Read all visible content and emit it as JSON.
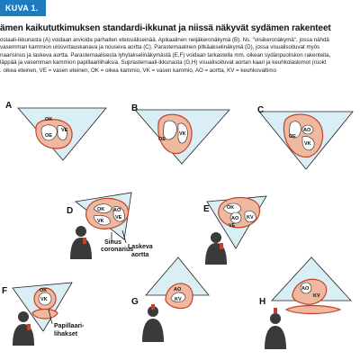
{
  "header": {
    "badge": "KUVA 1."
  },
  "title": "ämen kaikututkimuksen standardi-ikkunat ja niissä näkyvät sydämen rakenteet",
  "caption": [
    "ostaali-ikkunasta (A) voidaan arvioida parhaiten eteisväliseinää. Apikaalinen neljäkeronäkymä (B). Ns. \"viisikeronäkymä\", jossa nähdä",
    "vasemman kammion ulosvirtauskanava ja nouseva aortta (C). Parasternaalinen pitkäakselinäkymä (D), jossa visualisoituvat myös",
    "naarisinus ja laskeva aortta. Parasternaalisesta lyhytakselinäkymästä (E,F) voidaan tarkastella mm. oikean sydänpuoliskon rakenteita,",
    "läppää ja vasemman kammion papillaarilihaksia. Suprasternaali-ikkunasta (G,H) visualisoituvat aortan kaari ja keuhkolaskimot (ruokt",
    ". oikea eteinen, VE = vasen eteinen, OK = oikea kammio, VK = vasen kammio, AO = aortta, KV = keuhkovaltimo"
  ],
  "panels": {
    "A": {
      "letter": "A",
      "labels": [
        "OK",
        "VE",
        "OE"
      ]
    },
    "B": {
      "letter": "B",
      "labels": [
        "OE",
        "VK"
      ]
    },
    "C": {
      "letter": "C",
      "labels": [
        "OE",
        "AO",
        "VK"
      ]
    },
    "D": {
      "letter": "D",
      "labels": [
        "OK",
        "AO",
        "VK",
        "VE"
      ],
      "annotations": [
        "Sinus",
        "coronarius",
        "Laskeva",
        "aortta"
      ]
    },
    "E": {
      "letter": "E",
      "labels": [
        "OK",
        "AO",
        "KV",
        "VE"
      ]
    },
    "F": {
      "letter": "F",
      "labels": [
        "OK",
        "VK"
      ],
      "annotations": [
        "Papillaari-",
        "lihakset"
      ]
    },
    "G": {
      "letter": "G",
      "labels": [
        "AO",
        "KV"
      ]
    },
    "H": {
      "letter": "H",
      "labels": [
        "AO",
        "KV"
      ]
    }
  },
  "colors": {
    "badge": "#1e7bbf",
    "fan": "#d9eef5",
    "heart_wall": "#c2412a",
    "heart_fill": "#f1b8a0"
  },
  "icons": [
    "person-silhouette-icon",
    "ultrasound-probe-icon",
    "arrow-icon"
  ]
}
